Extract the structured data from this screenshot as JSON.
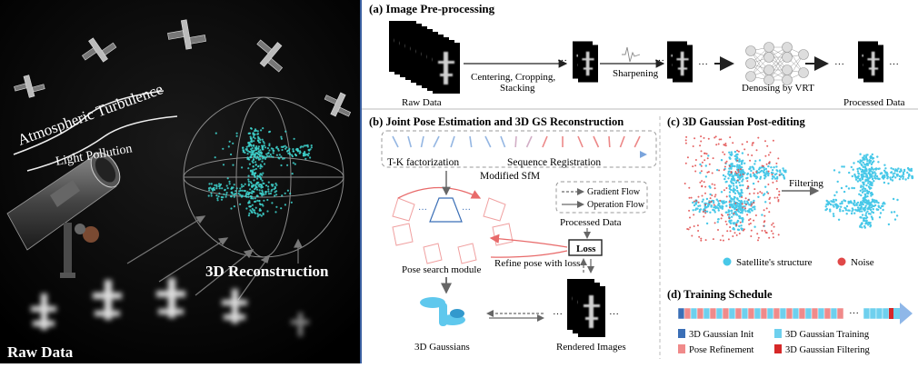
{
  "left_panel": {
    "turbulence_label": "Atmospheric Turbulence",
    "pollution_label": "Light Pollution",
    "recon_label": "3D Reconstruction",
    "raw_label": "Raw Data"
  },
  "panel_a": {
    "title": "(a) Image Pre-processing",
    "raw_data": "Raw Data",
    "step1_line1": "Centering, Cropping,",
    "step1_line2": "Stacking",
    "sharpening": "Sharpening",
    "denoise": "Denosing by VRT",
    "processed": "Processed Data",
    "ellipsis": "···"
  },
  "panel_b": {
    "title": "(b) Joint Pose Estimation and 3D GS Reconstruction",
    "tk": "T-K factorization",
    "seq": "Sequence Registration",
    "sfm": "Modified SfM",
    "gradient_flow": "Gradient Flow",
    "operation_flow": "Operation Flow",
    "processed": "Processed Data",
    "loss": "Loss",
    "refine": "Refine pose with loss",
    "pose_module": "Pose search module",
    "gaussians": "3D Gaussians",
    "rendered": "Rendered Images",
    "ellipsis": "···"
  },
  "panel_c": {
    "title": "(c) 3D Gaussian Post-editing",
    "filtering": "Filtering",
    "legend_structure": "Satellite's structure",
    "legend_noise": "Noise",
    "colors": {
      "structure": "#48c8e8",
      "noise": "#e04848"
    }
  },
  "panel_d": {
    "title": "(d) Training Schedule",
    "ellipsis": "···",
    "legend": [
      {
        "label": "3D Gaussian Init",
        "color": "#3b6fb6"
      },
      {
        "label": "3D Gaussian Training",
        "color": "#6ed0ee"
      },
      {
        "label": "Pose Refinement",
        "color": "#f08a8a"
      },
      {
        "label": "3D Gaussian Filtering",
        "color": "#d62828"
      }
    ]
  }
}
